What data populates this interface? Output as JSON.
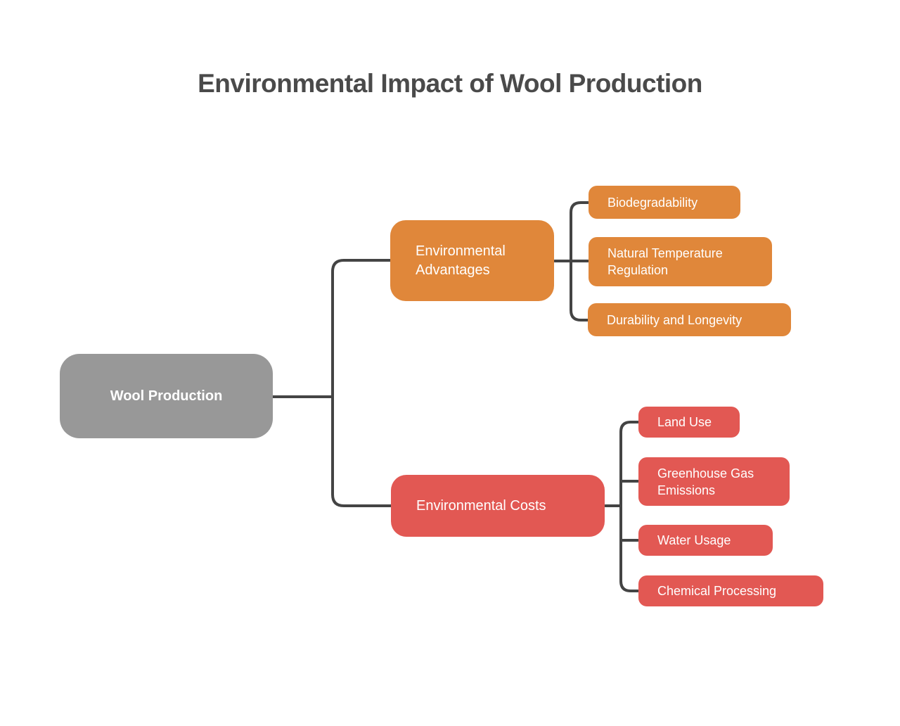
{
  "title": "Environmental Impact of Wool Production",
  "colors": {
    "background": "#FFFFFF",
    "title_text": "#4A4A4A",
    "node_text": "#FFFFFF",
    "root_node": "#989898",
    "advantages_branch": "#E0873A",
    "costs_branch": "#E25853",
    "connector": "#444444"
  },
  "diagram": {
    "root": {
      "label": "Wool Production"
    },
    "branches": [
      {
        "label": "Environmental Advantages",
        "children": [
          {
            "label": "Biodegradability"
          },
          {
            "label": "Natural Temperature Regulation"
          },
          {
            "label": "Durability and Longevity"
          }
        ]
      },
      {
        "label": "Environmental Costs",
        "children": [
          {
            "label": "Land Use"
          },
          {
            "label": "Greenhouse Gas Emissions"
          },
          {
            "label": "Water Usage"
          },
          {
            "label": "Chemical Processing"
          }
        ]
      }
    ]
  }
}
